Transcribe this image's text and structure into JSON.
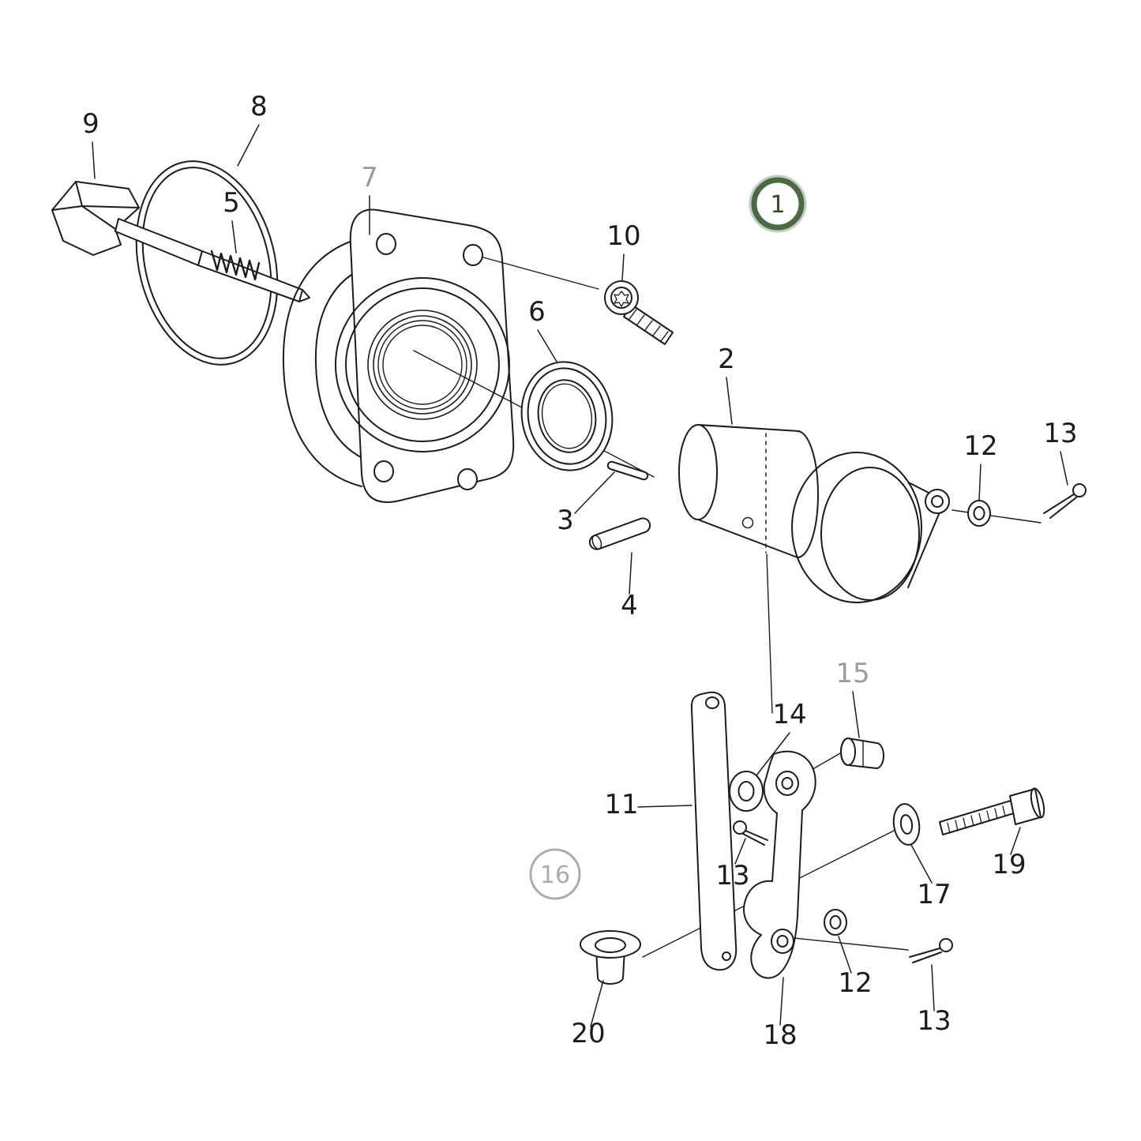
{
  "colors": {
    "background": "#ffffff",
    "line": "#1c1c1c",
    "gray_label": "#9b9b9b",
    "badge1_halo": "#c2cdc4",
    "badge1_ring": "#4a6a42",
    "badge1_text": "#2f4f28",
    "badge16_ring": "#a9adb2",
    "badge16_text": "#a9adb2"
  },
  "callouts": {
    "n2": "2",
    "n3": "3",
    "n4": "4",
    "n5": "5",
    "n6": "6",
    "n7": "7",
    "n8": "8",
    "n9": "9",
    "n10": "10",
    "n11": "11",
    "n12_top": "12",
    "n12_bottom": "12",
    "n13_top": "13",
    "n13_mid": "13",
    "n13_bottom": "13",
    "n14": "14",
    "n15": "15",
    "n17": "17",
    "n18": "18",
    "n19": "19",
    "n20": "20",
    "badge_1": "1",
    "badge_16": "16"
  }
}
